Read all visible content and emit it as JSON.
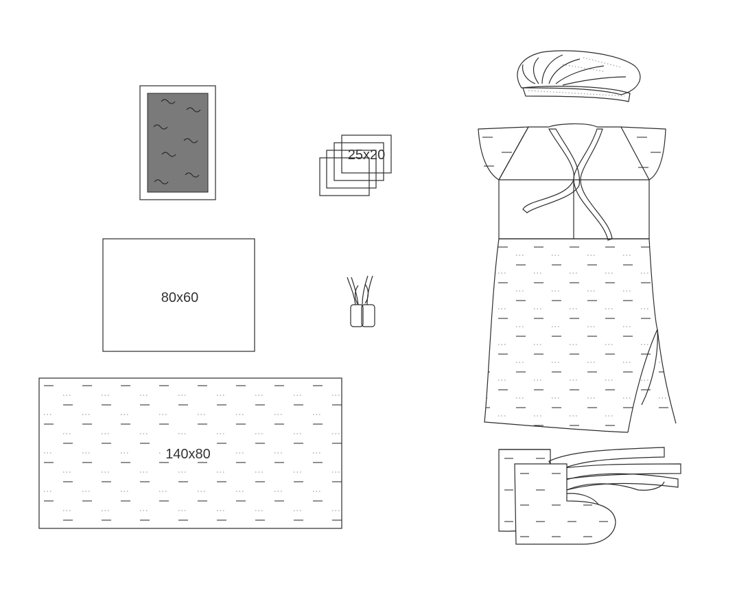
{
  "labels": {
    "gauze": "25x20",
    "sheet_small": "80x60",
    "sheet_large": "140x80"
  },
  "colors": {
    "line": "#2a2a2a",
    "absorbent_pad_fill": "#7a7a7a",
    "background": "#ffffff"
  },
  "items": [
    "absorbent-pad-icon",
    "gauze-stack-icon",
    "sheet-80x60",
    "identification-tags-icon",
    "sheet-140x80",
    "bouffant-cap-icon",
    "gown-icon",
    "overshoes-icon"
  ]
}
